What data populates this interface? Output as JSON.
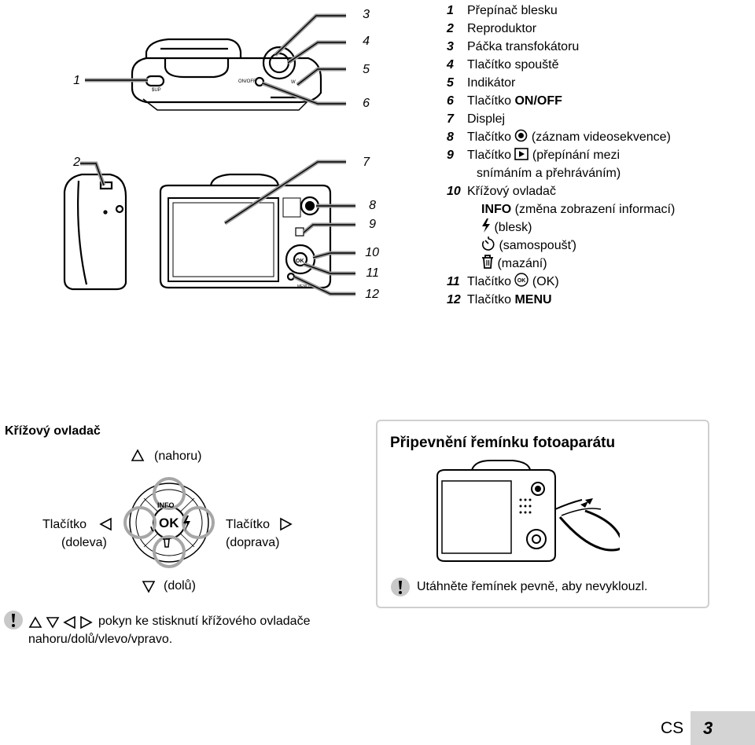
{
  "diagram_numbers": [
    "1",
    "2",
    "3",
    "4",
    "5",
    "6",
    "7",
    "8",
    "9",
    "10",
    "11",
    "12"
  ],
  "camera_labels": {
    "on_off": "ON/OFF",
    "up": "UP",
    "menu": "MENU",
    "ok": "OK"
  },
  "legend": [
    {
      "n": "1",
      "text": "Přepínač blesku"
    },
    {
      "n": "2",
      "text": "Reproduktor"
    },
    {
      "n": "3",
      "text": "Páčka transfokátoru"
    },
    {
      "n": "4",
      "text": "Tlačítko spouště"
    },
    {
      "n": "5",
      "text": "Indikátor"
    },
    {
      "n": "6",
      "text": "Tlačítko ",
      "bold": "ON/OFF"
    },
    {
      "n": "7",
      "text": "Displej"
    },
    {
      "n": "8",
      "pre": "Tlačítko ",
      "icon": "record-icon",
      "text": " (záznam videosekvence)"
    },
    {
      "n": "9",
      "pre": "Tlačítko ",
      "icon": "play-icon",
      "text": " (přepínání mezi"
    },
    {
      "n": "",
      "text": "snímáním a přehráváním)"
    },
    {
      "n": "10",
      "text": "Křížový ovladač"
    },
    {
      "n": "",
      "bold": "INFO",
      "text": " (změna zobrazení informací)"
    },
    {
      "n": "",
      "icon": "flash-icon",
      "text": " (blesk)"
    },
    {
      "n": "",
      "icon": "self-timer-icon",
      "text": " (samospoušť)"
    },
    {
      "n": "",
      "icon": "trash-icon",
      "text": " (mazání)"
    },
    {
      "n": "11",
      "pre": "Tlačítko ",
      "icon": "ok-icon",
      "text": " (OK)"
    },
    {
      "n": "12",
      "text": "Tlačítko ",
      "bold": "MENU"
    }
  ],
  "crosspad": {
    "title": "Křížový ovladač",
    "up": "(nahoru)",
    "down": "(dolů)",
    "left_line1": "Tlačítko",
    "left_line2": "(doleva)",
    "right_line1": "Tlačítko",
    "right_line2": "(doprava)",
    "pad_info": "INFO",
    "pad_ok": "OK"
  },
  "strap": {
    "title": "Připevnění řemínku fotoaparátu",
    "warning": "Utáhněte řemínek pevně, aby nevyklouzl."
  },
  "note": {
    "line1": "pokyn ke stisknutí křížového ovladače",
    "line2": "nahoru/dolů/vlevo/vpravo."
  },
  "footer": {
    "lang": "CS",
    "page": "3"
  }
}
